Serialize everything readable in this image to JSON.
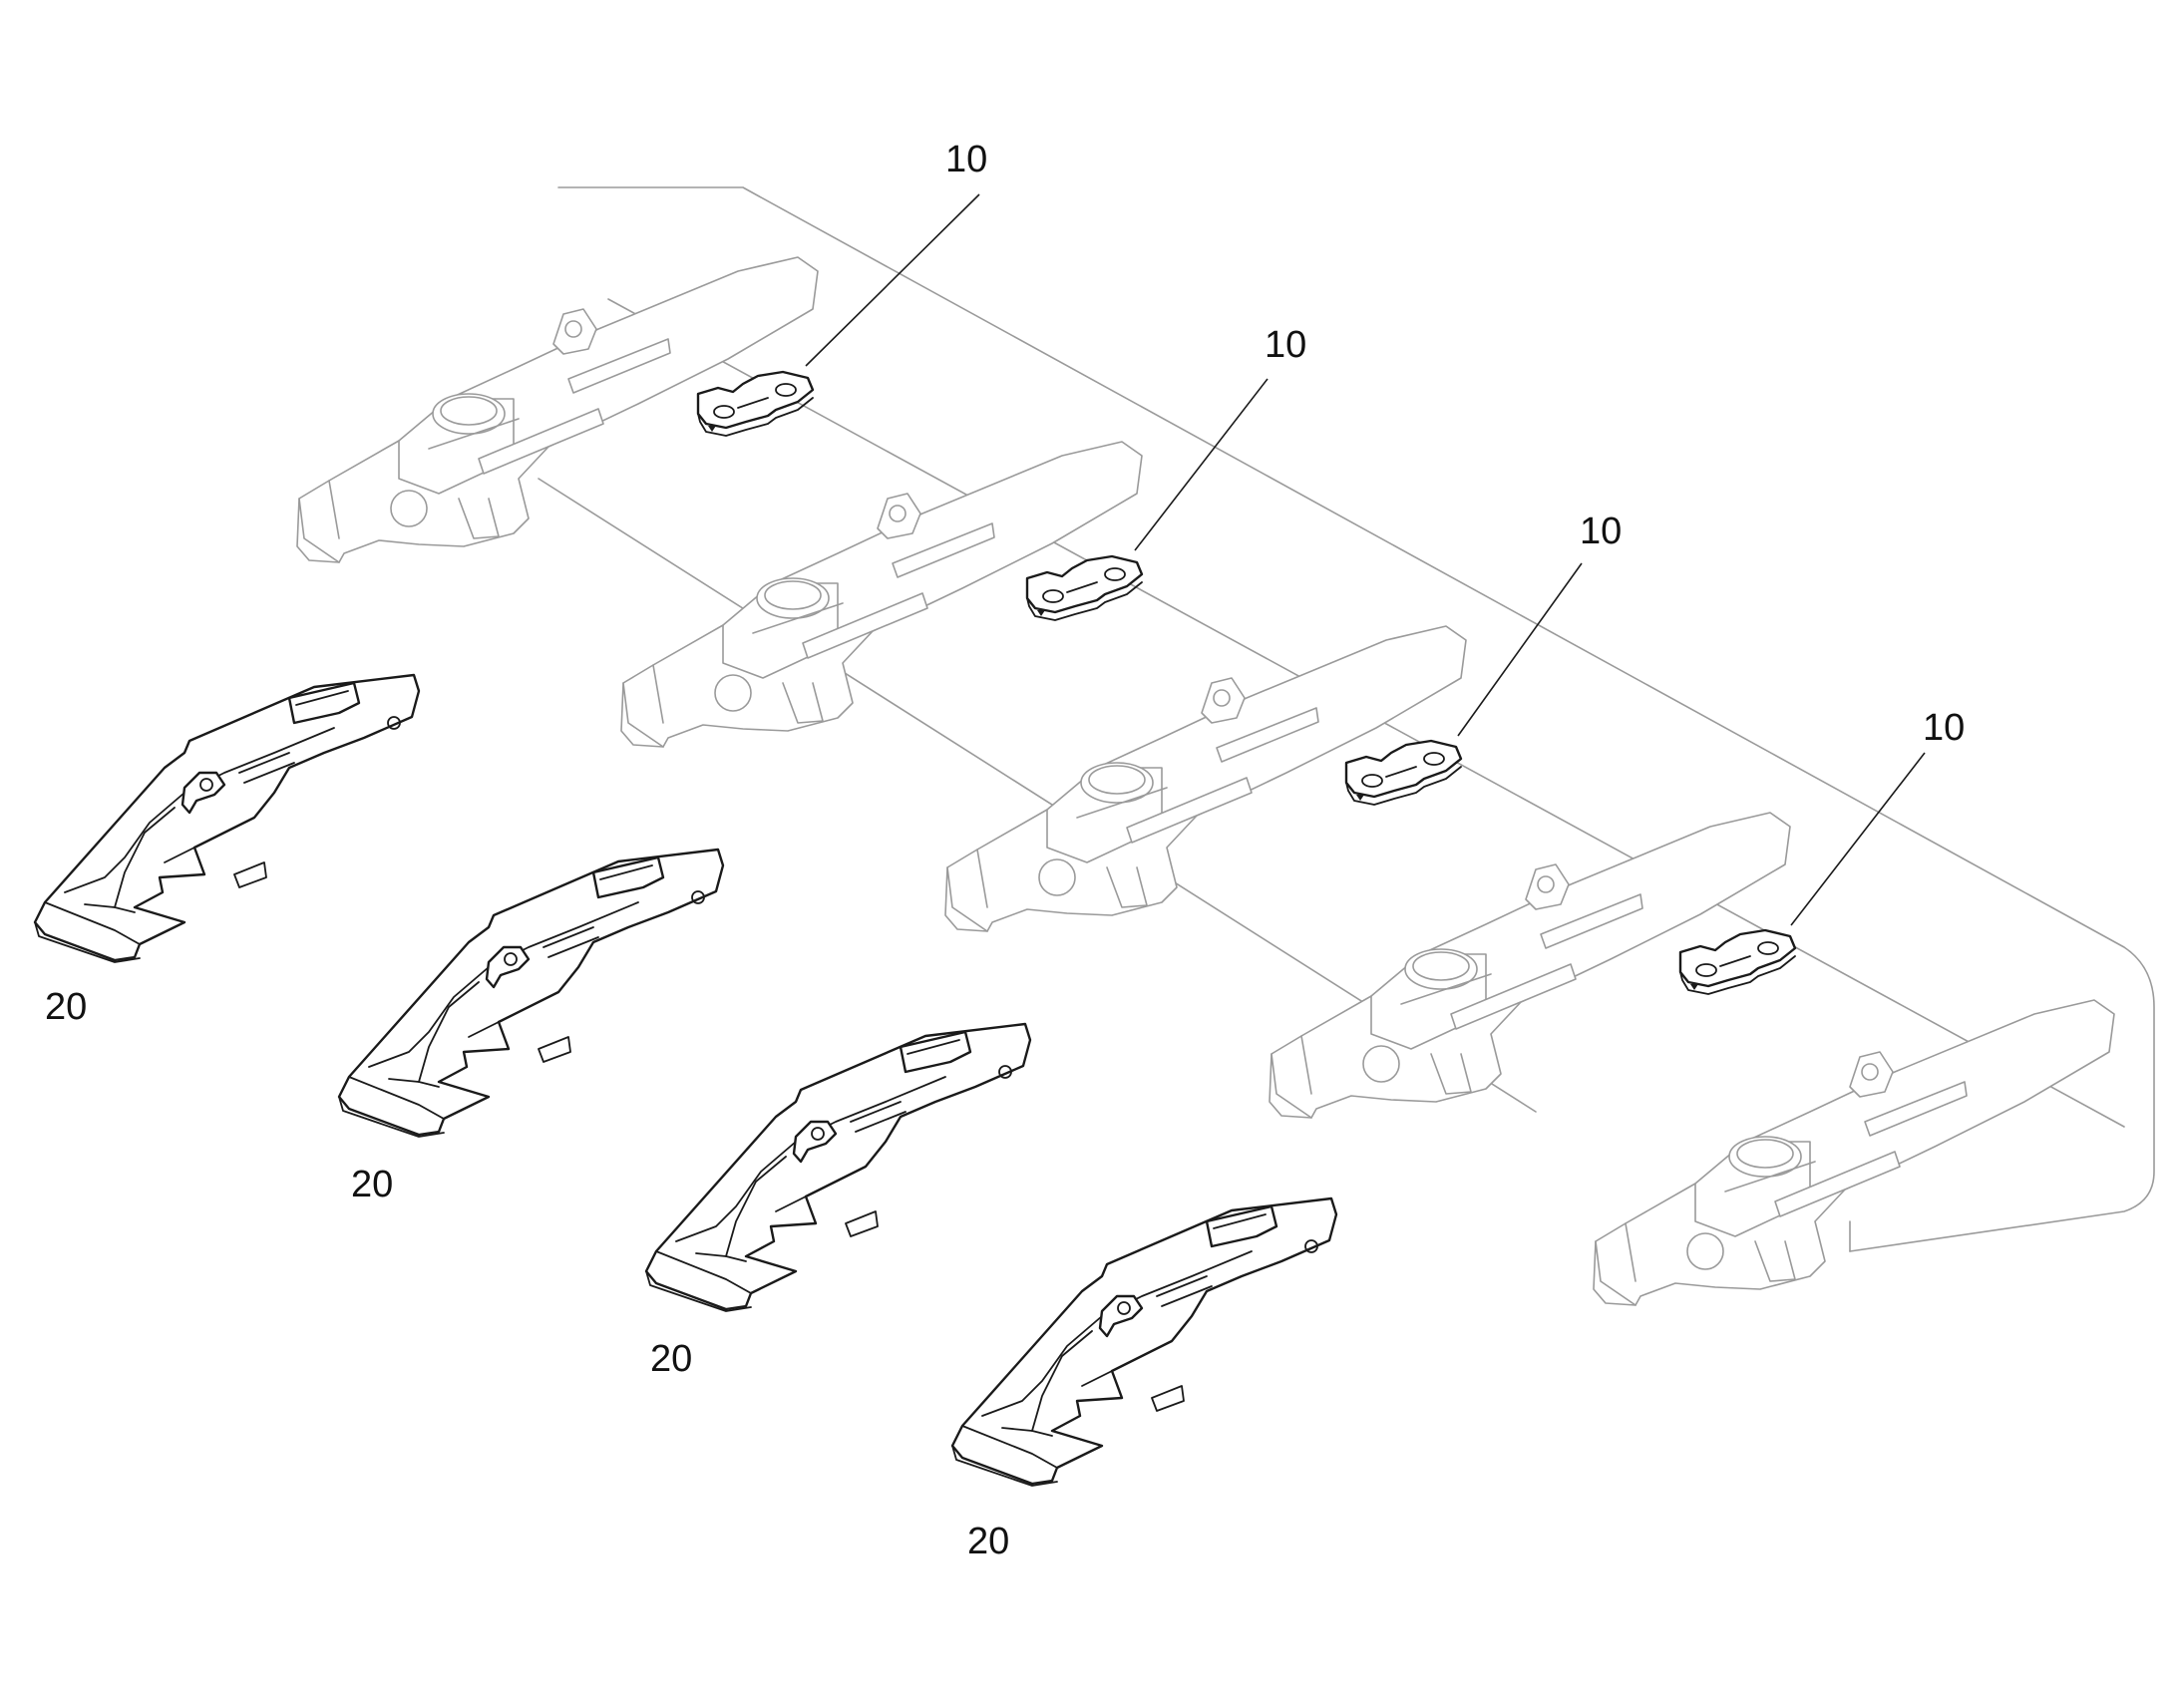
{
  "figure": {
    "callouts": {
      "retainer": "10",
      "wear_cap": "20"
    }
  },
  "diagram": {
    "adapter_count": 5,
    "retainer_count": 4,
    "wear_cap_count": 4
  }
}
